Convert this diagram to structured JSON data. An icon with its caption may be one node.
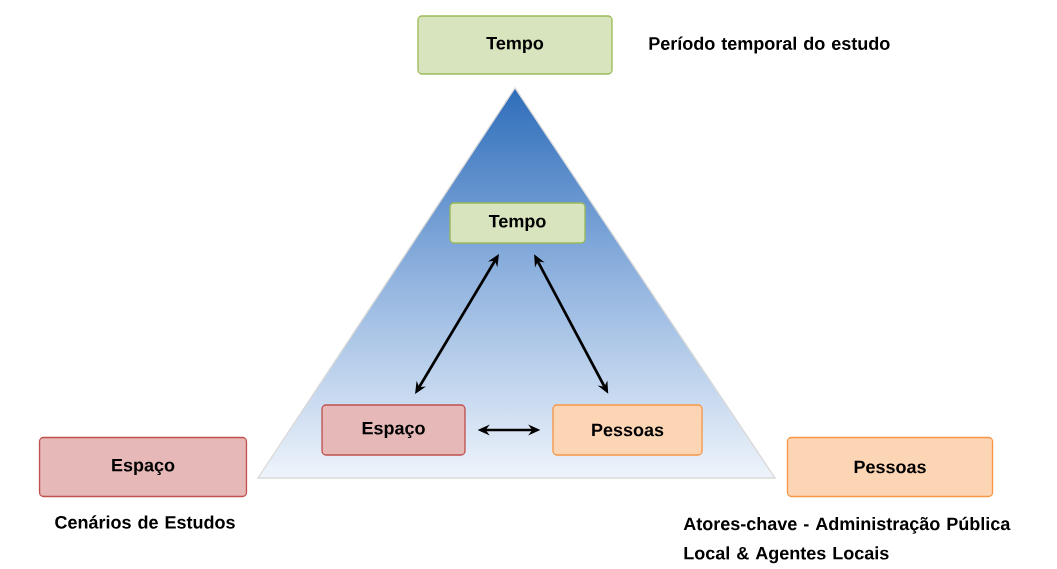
{
  "diagram": {
    "nodes": [
      {
        "text": [
          "Tempo"
        ],
        "beside": [
          "Período temporal do estudo"
        ]
      },
      {
        "text": [],
        "shape": "triangle"
      },
      {
        "text": [
          "Tempo"
        ],
        "in": 1
      },
      {
        "text": [
          "Espaço"
        ],
        "in": 1
      },
      {
        "text": [
          "Pessoas"
        ],
        "in": 1
      },
      {
        "text": [
          "Espaço"
        ],
        "beside": [
          "Cenários de Estudos"
        ]
      },
      {
        "text": [
          "Pessoas"
        ],
        "beside": [
          "Atores-chave - Administração Pública Local & Agentes Locais"
        ]
      }
    ],
    "edges": [
      {
        "from": 2,
        "to": 3,
        "arrow": "both"
      },
      {
        "from": 2,
        "to": 4,
        "arrow": "both"
      },
      {
        "from": 3,
        "to": 4,
        "arrow": "both"
      }
    ]
  }
}
